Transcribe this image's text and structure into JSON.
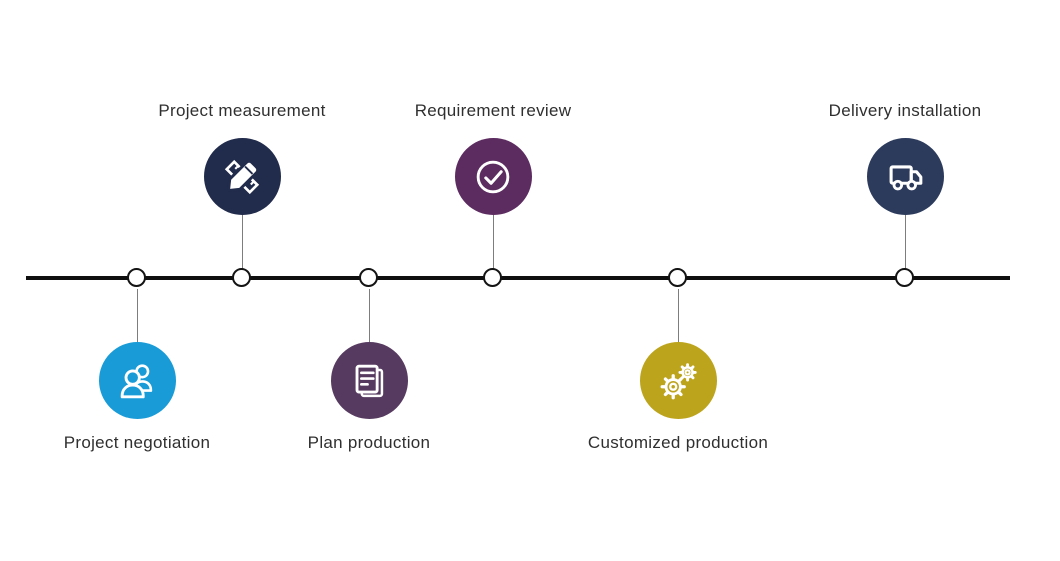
{
  "timeline": {
    "line_color": "#0f0f0f",
    "milestones": [
      {
        "label": "Project negotiation",
        "icon": "people-icon",
        "color": "#199bd8",
        "position": "below"
      },
      {
        "label": "Project measurement",
        "icon": "ruler-pencil-icon",
        "color": "#212b4b",
        "position": "above"
      },
      {
        "label": "Plan production",
        "icon": "document-icon",
        "color": "#563a60",
        "position": "below"
      },
      {
        "label": "Requirement review",
        "icon": "check-circle-icon",
        "color": "#5c2b60",
        "position": "above"
      },
      {
        "label": "Customized production",
        "icon": "gears-icon",
        "color": "#bda41d",
        "position": "below"
      },
      {
        "label": "Delivery installation",
        "icon": "truck-icon",
        "color": "#2c3a5c",
        "position": "above"
      }
    ]
  }
}
